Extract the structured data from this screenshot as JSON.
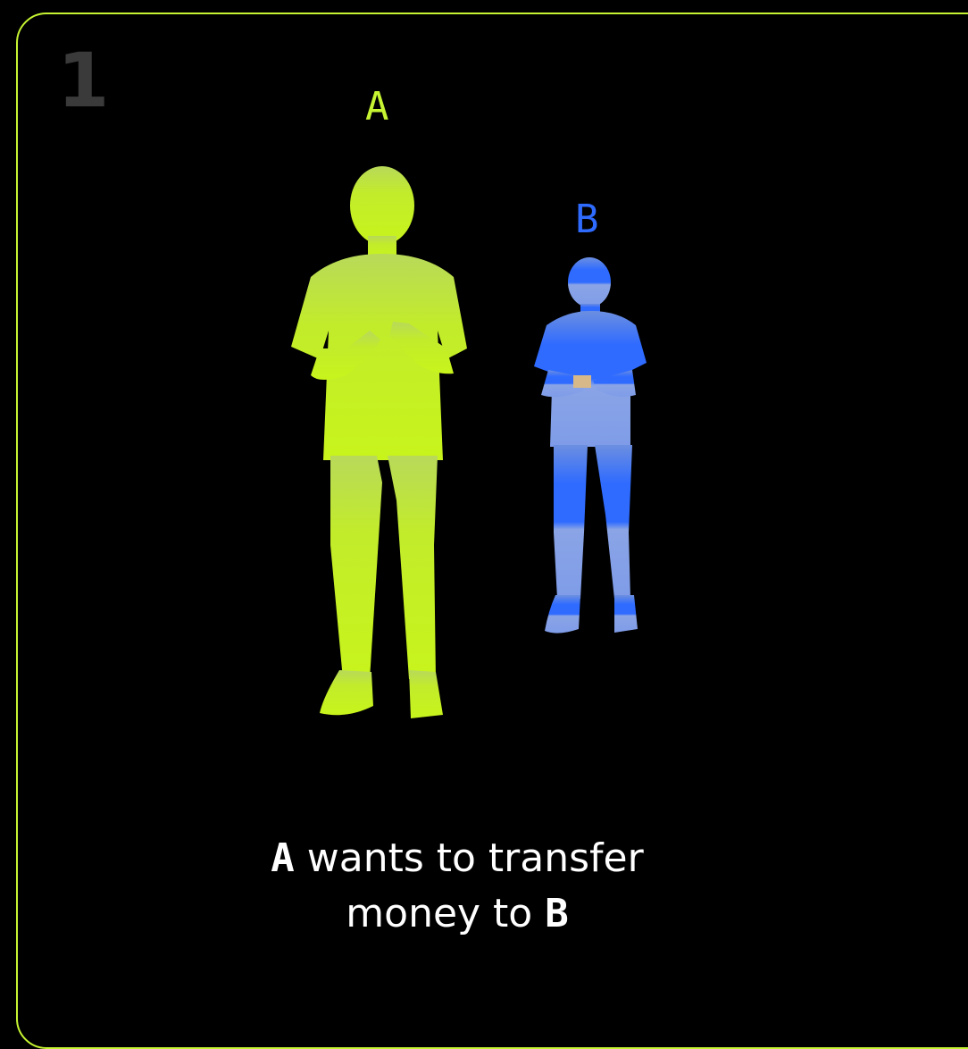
{
  "card": {
    "step_number": "1",
    "border_color": "#c6f432"
  },
  "people": {
    "a": {
      "label": "A",
      "color": "#c6f432"
    },
    "b": {
      "label": "B",
      "color": "#2f6bff"
    }
  },
  "caption": {
    "a_label": "A",
    "line1_rest": " wants to transfer",
    "line2_start": "money to ",
    "b_label": "B"
  }
}
